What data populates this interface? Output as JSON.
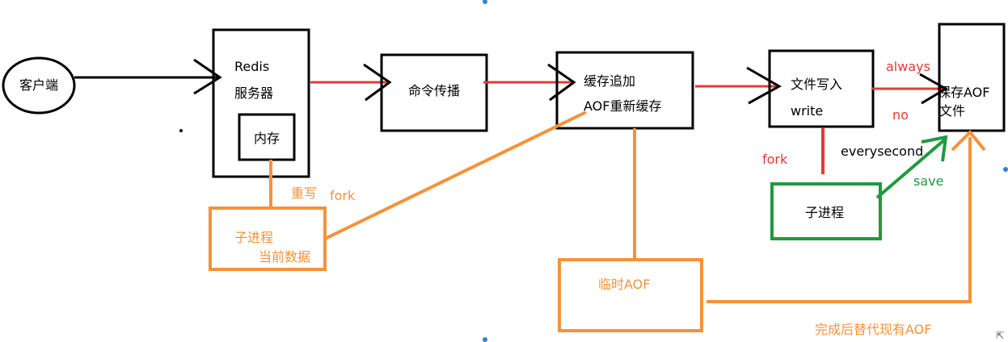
{
  "colors": {
    "black": "#000000",
    "red": "#e53935",
    "orange": "#f5923a",
    "green": "#1f9a3e",
    "blue_marker": "#2f7fd8"
  },
  "nodes": {
    "client": "客户端",
    "redis_line1": "Redis",
    "redis_line2": "服务器",
    "memory": "内存",
    "propagate": "命令传播",
    "buffer_line1": "缓存追加",
    "buffer_line2": "AOF重新缓存",
    "file_write_line1": "文件写入",
    "file_write_line2": "write",
    "save_line1": "保存AOF",
    "save_line2": "文件",
    "child_proc": "子进程",
    "child_data_line1": "子进程",
    "child_data_line2": "当前数据",
    "temp_aof": "临时AOF"
  },
  "labels": {
    "always": "always",
    "no": "no",
    "everysecond": "everysecond",
    "fork_red": "fork",
    "save": "save",
    "rewrite": "重写",
    "fork_orange": "fork",
    "replace": "完成后替代现有AOF"
  },
  "cursor_glyph": "⇱"
}
